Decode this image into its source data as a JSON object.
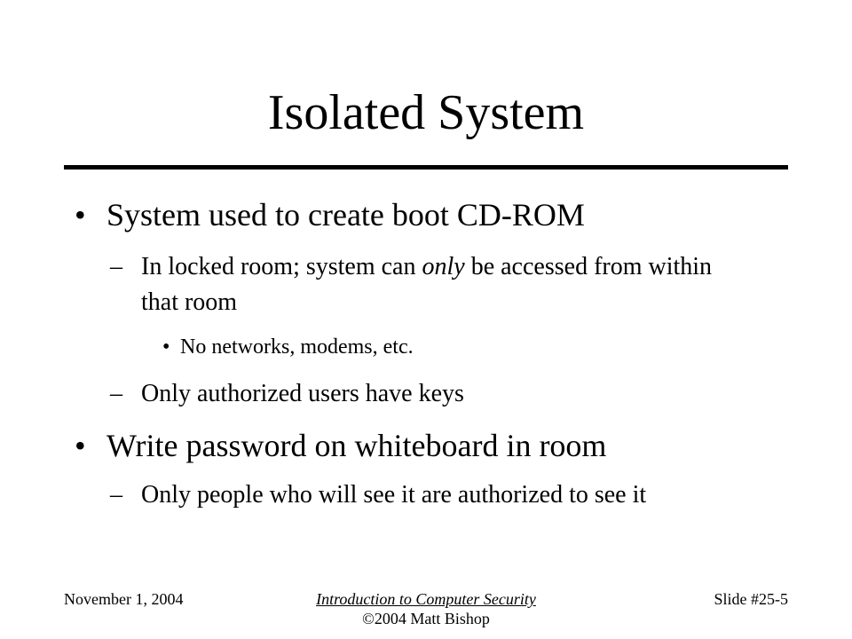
{
  "slide": {
    "title": "Isolated System",
    "bullets": [
      {
        "marker": "•",
        "text": "System used to create boot CD-ROM"
      },
      {
        "marker": "•",
        "text": "Write password on whiteboard in room"
      }
    ],
    "sub_bullets": [
      {
        "marker": "–",
        "before": "In locked room; system can ",
        "emphasis": "only",
        "after": " be accessed from within that room"
      },
      {
        "marker": "–",
        "text": "Only authorized users have keys"
      },
      {
        "marker": "–",
        "text": "Only people who will see it are authorized to see it"
      }
    ],
    "sub_sub_bullets": [
      {
        "marker": "•",
        "text": "No networks, modems, etc."
      }
    ]
  },
  "footer": {
    "date": "November 1, 2004",
    "course": "Introduction to Computer Security",
    "copyright": "©2004 Matt Bishop",
    "slide_number": "Slide #25-5"
  }
}
